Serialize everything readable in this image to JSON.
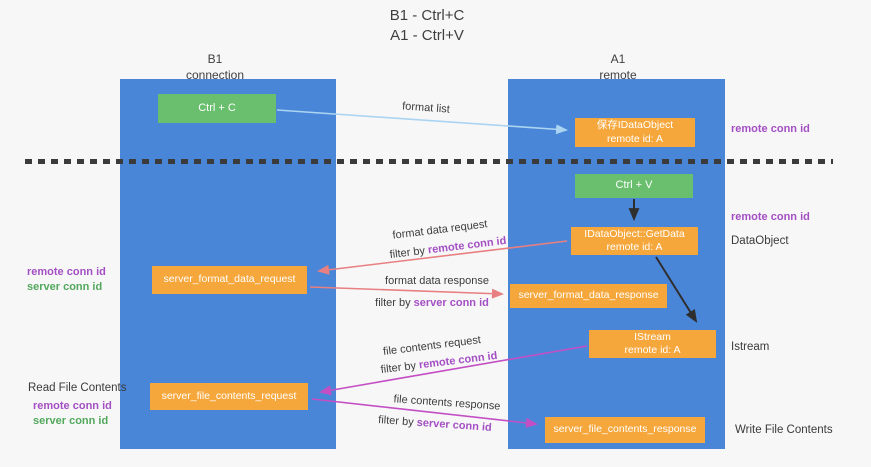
{
  "title": {
    "line1": "B1 - Ctrl+C",
    "line2": "A1 - Ctrl+V"
  },
  "columns": {
    "left": {
      "name": "B1",
      "role": "connection"
    },
    "right": {
      "name": "A1",
      "role": "remote"
    }
  },
  "boxes": {
    "ctrl_c": {
      "label": "Ctrl + C"
    },
    "ctrl_v": {
      "label": "Ctrl + V"
    },
    "save_dataobject": {
      "line1": "保存IDataObject",
      "line2": "remote id: A"
    },
    "getdata": {
      "line1": "IDataObject::GetData",
      "line2": "remote id: A"
    },
    "istream": {
      "line1": "IStream",
      "line2": "remote id: A"
    },
    "server_format_data_request": {
      "label": "server_format_data_request"
    },
    "server_format_data_response": {
      "label": "server_format_data_response"
    },
    "server_file_contents_request": {
      "label": "server_file_contents_request"
    },
    "server_file_contents_response": {
      "label": "server_file_contents_response"
    }
  },
  "arrow_labels": {
    "format_list": "format list",
    "format_data_request": "format data request",
    "format_data_request_filter": {
      "prefix": "filter by",
      "key": "remote conn id"
    },
    "format_data_response": "format data response",
    "format_data_response_filter": {
      "prefix": "filter by",
      "key": "server conn id"
    },
    "file_contents_request": "file contents request",
    "file_contents_request_filter": {
      "prefix": "filter by",
      "key": "remote conn id"
    },
    "file_contents_response": "file contents response",
    "file_contents_response_filter": {
      "prefix": "filter by",
      "key": "server conn id"
    }
  },
  "side_labels": {
    "left_top": {
      "remote": "remote conn id",
      "server": "server conn id"
    },
    "read_file_contents": "Read File Contents",
    "left_bottom": {
      "remote": "remote conn id",
      "server": "server conn id"
    },
    "right_top_remote": "remote conn id",
    "right_mid_remote": "remote conn id",
    "dataobject": "DataObject",
    "istream": "Istream",
    "write_file_contents": "Write File Contents"
  },
  "colors": {
    "column_blue": "#4a86d8",
    "box_green": "#69bf6d",
    "box_orange": "#f6a73b",
    "arrow_light_blue": "#aad4f2",
    "arrow_salmon": "#e87f80",
    "arrow_magenta": "#c44fc4",
    "arrow_black": "#2e2e2e",
    "text_purple": "#a44fc3",
    "text_green": "#52a85c"
  }
}
